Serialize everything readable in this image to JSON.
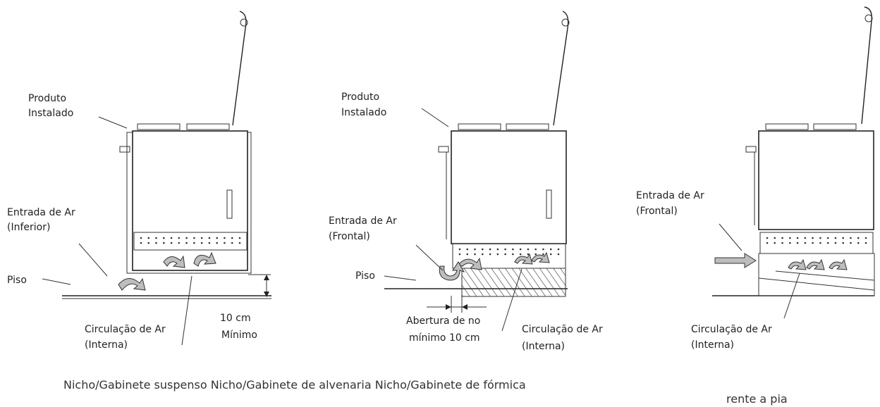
{
  "panels": [
    {
      "name": "suspenso",
      "labels": {
        "produto": [
          "Produto",
          "Instalado"
        ],
        "entrada": [
          "Entrada de Ar",
          "(Inferior)"
        ],
        "piso": "Piso",
        "circulacao": [
          "Circulação de Ar",
          "(Interna)"
        ],
        "medida": [
          "10 cm",
          "Mínimo"
        ]
      }
    },
    {
      "name": "alvenaria",
      "labels": {
        "produto": [
          "Produto",
          "Instalado"
        ],
        "entrada": [
          "Entrada de Ar",
          "(Frontal)"
        ],
        "piso": "Piso",
        "abertura": [
          "Abertura de no",
          "mínimo 10 cm"
        ],
        "circulacao": [
          "Circulação de Ar",
          "(Interna)"
        ]
      }
    },
    {
      "name": "formica",
      "labels": {
        "entrada": [
          "Entrada de Ar",
          "(Frontal)"
        ],
        "circulacao": [
          "Circulação de Ar",
          "(Interna)"
        ]
      }
    }
  ],
  "caption": {
    "line1": "Nicho/Gabinete suspenso Nicho/Gabinete de alvenaria Nicho/Gabinete de fórmica",
    "line2": "rente a pia"
  }
}
